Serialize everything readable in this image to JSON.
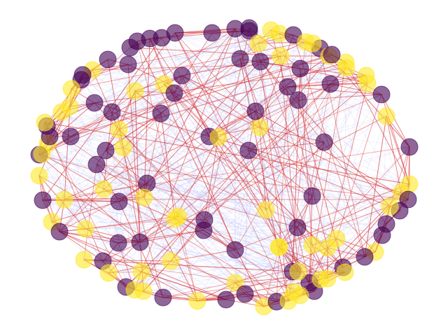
{
  "graph": {
    "style": {
      "background": "#ffffff",
      "node_colors": {
        "purple": "#440154",
        "yellow": "#fde725"
      },
      "node_opacity": 0.6,
      "red_edge_color": "#d62728",
      "blue_edge_color": "#9aa3f5"
    },
    "nodes": [
      {
        "id": "n1",
        "group": "purple"
      },
      {
        "id": "n2",
        "group": "purple"
      },
      {
        "id": "n3",
        "group": "purple"
      },
      {
        "id": "n4",
        "group": "purple"
      },
      {
        "id": "n5",
        "group": "purple"
      },
      {
        "id": "n6",
        "group": "purple"
      },
      {
        "id": "n7",
        "group": "purple"
      },
      {
        "id": "n8",
        "group": "purple"
      },
      {
        "id": "n9",
        "group": "yellow"
      },
      {
        "id": "n10",
        "group": "yellow"
      },
      {
        "id": "n11",
        "group": "yellow"
      },
      {
        "id": "n12",
        "group": "purple"
      },
      {
        "id": "n13",
        "group": "purple"
      },
      {
        "id": "n14",
        "group": "yellow"
      },
      {
        "id": "n15",
        "group": "yellow"
      },
      {
        "id": "n16",
        "group": "yellow"
      },
      {
        "id": "n17",
        "group": "yellow"
      },
      {
        "id": "n18",
        "group": "purple"
      },
      {
        "id": "n19",
        "group": "purple"
      },
      {
        "id": "n20",
        "group": "purple"
      },
      {
        "id": "n21",
        "group": "yellow"
      },
      {
        "id": "n22",
        "group": "purple"
      },
      {
        "id": "n23",
        "group": "purple"
      },
      {
        "id": "n24",
        "group": "yellow"
      },
      {
        "id": "n25",
        "group": "yellow"
      },
      {
        "id": "n26",
        "group": "purple"
      },
      {
        "id": "n27",
        "group": "yellow"
      },
      {
        "id": "n28",
        "group": "purple"
      },
      {
        "id": "n29",
        "group": "yellow"
      },
      {
        "id": "n30",
        "group": "purple"
      },
      {
        "id": "n31",
        "group": "yellow"
      },
      {
        "id": "n32",
        "group": "purple"
      },
      {
        "id": "n33",
        "group": "purple"
      },
      {
        "id": "n34",
        "group": "purple"
      },
      {
        "id": "n35",
        "group": "yellow"
      },
      {
        "id": "n36",
        "group": "purple"
      },
      {
        "id": "n37",
        "group": "purple"
      },
      {
        "id": "n38",
        "group": "yellow"
      },
      {
        "id": "n39",
        "group": "yellow"
      },
      {
        "id": "n40",
        "group": "yellow"
      },
      {
        "id": "n41",
        "group": "purple"
      },
      {
        "id": "n42",
        "group": "purple"
      },
      {
        "id": "n43",
        "group": "purple"
      },
      {
        "id": "n44",
        "group": "purple"
      },
      {
        "id": "n45",
        "group": "yellow"
      },
      {
        "id": "n46",
        "group": "purple"
      },
      {
        "id": "n47",
        "group": "yellow"
      },
      {
        "id": "n48",
        "group": "yellow"
      },
      {
        "id": "n49",
        "group": "purple"
      },
      {
        "id": "n50",
        "group": "purple"
      },
      {
        "id": "n51",
        "group": "yellow"
      },
      {
        "id": "n52",
        "group": "purple"
      },
      {
        "id": "n53",
        "group": "purple"
      },
      {
        "id": "n54",
        "group": "yellow"
      },
      {
        "id": "n55",
        "group": "purple"
      },
      {
        "id": "n56",
        "group": "yellow"
      },
      {
        "id": "n57",
        "group": "purple"
      },
      {
        "id": "n58",
        "group": "yellow"
      },
      {
        "id": "n59",
        "group": "yellow"
      },
      {
        "id": "n60",
        "group": "yellow"
      },
      {
        "id": "n61",
        "group": "purple"
      },
      {
        "id": "n62",
        "group": "purple"
      },
      {
        "id": "n63",
        "group": "yellow"
      },
      {
        "id": "n64",
        "group": "purple"
      },
      {
        "id": "n65",
        "group": "purple"
      },
      {
        "id": "n66",
        "group": "yellow"
      },
      {
        "id": "n67",
        "group": "purple"
      },
      {
        "id": "n68",
        "group": "yellow"
      },
      {
        "id": "n69",
        "group": "purple"
      },
      {
        "id": "n70",
        "group": "purple"
      },
      {
        "id": "n71",
        "group": "purple"
      },
      {
        "id": "n72",
        "group": "yellow"
      },
      {
        "id": "n73",
        "group": "purple"
      },
      {
        "id": "n74",
        "group": "yellow"
      },
      {
        "id": "n75",
        "group": "purple"
      },
      {
        "id": "n76",
        "group": "yellow"
      },
      {
        "id": "n77",
        "group": "purple"
      },
      {
        "id": "n78",
        "group": "yellow"
      },
      {
        "id": "n79",
        "group": "purple"
      },
      {
        "id": "n80",
        "group": "purple"
      },
      {
        "id": "n81",
        "group": "yellow"
      },
      {
        "id": "n82",
        "group": "purple"
      },
      {
        "id": "n83",
        "group": "yellow"
      },
      {
        "id": "n84",
        "group": "purple"
      },
      {
        "id": "n85",
        "group": "yellow"
      },
      {
        "id": "n86",
        "group": "yellow"
      },
      {
        "id": "n87",
        "group": "purple"
      },
      {
        "id": "n88",
        "group": "yellow"
      },
      {
        "id": "n89",
        "group": "purple"
      },
      {
        "id": "n90",
        "group": "purple"
      },
      {
        "id": "n91",
        "group": "yellow"
      },
      {
        "id": "n92",
        "group": "purple"
      },
      {
        "id": "n93",
        "group": "purple"
      },
      {
        "id": "n94",
        "group": "yellow"
      },
      {
        "id": "n95",
        "group": "purple"
      },
      {
        "id": "n96",
        "group": "yellow"
      },
      {
        "id": "n97",
        "group": "yellow"
      },
      {
        "id": "n98",
        "group": "purple"
      },
      {
        "id": "n99",
        "group": "yellow"
      },
      {
        "id": "n100",
        "group": "yellow"
      },
      {
        "id": "n101",
        "group": "yellow"
      },
      {
        "id": "n102",
        "group": "purple"
      },
      {
        "id": "n103",
        "group": "yellow"
      },
      {
        "id": "n104",
        "group": "purple"
      },
      {
        "id": "n105",
        "group": "yellow"
      },
      {
        "id": "n106",
        "group": "purple"
      },
      {
        "id": "n107",
        "group": "yellow"
      },
      {
        "id": "n108",
        "group": "purple"
      },
      {
        "id": "n109",
        "group": "yellow"
      },
      {
        "id": "n110",
        "group": "yellow"
      },
      {
        "id": "n111",
        "group": "purple"
      },
      {
        "id": "n112",
        "group": "yellow"
      },
      {
        "id": "n113",
        "group": "yellow"
      },
      {
        "id": "n114",
        "group": "yellow"
      },
      {
        "id": "n115",
        "group": "yellow"
      },
      {
        "id": "n116",
        "group": "purple"
      },
      {
        "id": "n117",
        "group": "yellow"
      },
      {
        "id": "n118",
        "group": "purple"
      },
      {
        "id": "n119",
        "group": "yellow"
      },
      {
        "id": "n120",
        "group": "yellow"
      },
      {
        "id": "n121",
        "group": "purple"
      },
      {
        "id": "n122",
        "group": "yellow"
      },
      {
        "id": "n123",
        "group": "purple"
      },
      {
        "id": "n124",
        "group": "yellow"
      }
    ]
  }
}
